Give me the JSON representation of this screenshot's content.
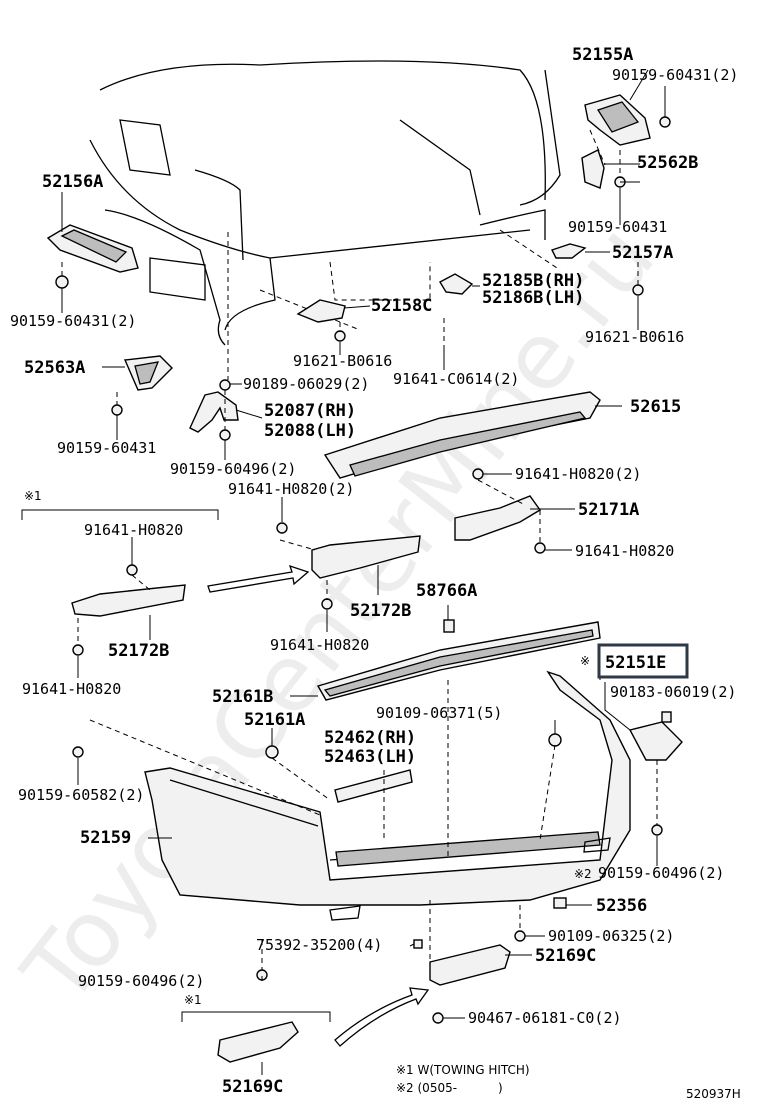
{
  "watermark": "ToyotaCenterMine.ru",
  "diagram_id": "520937H",
  "notes": {
    "n1": "※1 W(TOWING HITCH)",
    "n2": "※2 (0505-",
    "n2_close": ")"
  },
  "marks": {
    "ref1": "※1",
    "ref2": "※",
    "ref3": "※2"
  },
  "labels": {
    "p52155A": "52155A",
    "p90159_60431_2_top": "90159-60431(2)",
    "p52562B": "52562B",
    "p90159_60431_r": "90159-60431",
    "p52157A": "52157A",
    "p91621_B0616_r": "91621-B0616",
    "p52156A": "52156A",
    "p90159_60431_2_l": "90159-60431(2)",
    "p52185B": "52185B(RH)",
    "p52186B": "52186B(LH)",
    "p52158C": "52158C",
    "p91621_B0616_m": "91621-B0616",
    "p91641_C0614_2": "91641-C0614(2)",
    "p52563A": "52563A",
    "p90189_06029_2": "90189-06029(2)",
    "p52087": "52087(RH)",
    "p52088": "52088(LH)",
    "p52615": "52615",
    "p90159_60431_l": "90159-60431",
    "p90159_60496_2_m": "90159-60496(2)",
    "p91641_H0820_2_r": "91641-H0820(2)",
    "p91641_H0820_2_m": "91641-H0820(2)",
    "p52171A": "52171A",
    "p91641_H0820_l": "91641-H0820",
    "p91641_H0820_r": "91641-H0820",
    "p58766A": "58766A",
    "p52172B_m": "52172B",
    "p52172B_l": "52172B",
    "p91641_H0820_m": "91641-H0820",
    "p91641_H0820_ll": "91641-H0820",
    "p52151E": "52151E",
    "p90183_06019_2": "90183-06019(2)",
    "p52161B": "52161B",
    "p90109_06371_5": "90109-06371(5)",
    "p52161A": "52161A",
    "p52462": "52462(RH)",
    "p52463": "52463(LH)",
    "p90159_60582_2": "90159-60582(2)",
    "p52159": "52159",
    "p90159_60496_2_r": "90159-60496(2)",
    "p52356": "52356",
    "p75392_35200_4": "75392-35200(4)",
    "p90109_06325_2": "90109-06325(2)",
    "p52169C_r": "52169C",
    "p90159_60496_2_l": "90159-60496(2)",
    "p90467_06181_C0_2": "90467-06181-C0(2)",
    "p52169C_l": "52169C"
  }
}
